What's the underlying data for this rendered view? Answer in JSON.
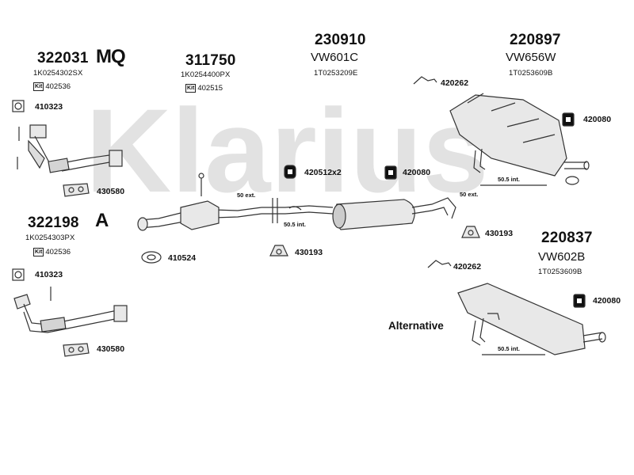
{
  "watermark": {
    "text": "Klarius",
    "color": "#e2e2e2"
  },
  "colors": {
    "line": "#333333",
    "fill": "#e8e8e8",
    "dark": "#111111"
  },
  "groups": [
    {
      "id": "g322031",
      "part": "322031",
      "logo": "MQ",
      "oem": "1K0254302SX",
      "kit": "Kit",
      "kit_code": "402536"
    },
    {
      "id": "g311750",
      "part": "311750",
      "oem": "1K0254400PX",
      "kit": "Kit",
      "kit_code": "402515"
    },
    {
      "id": "g230910",
      "part": "230910",
      "code": "VW601C",
      "oem": "1T0253209E"
    },
    {
      "id": "g220897",
      "part": "220897",
      "code": "VW656W",
      "oem": "1T0253609B"
    },
    {
      "id": "g322198",
      "part": "322198",
      "logo": "A",
      "oem": "1K0254303PX",
      "kit": "Kit",
      "kit_code": "402536"
    },
    {
      "id": "g220837",
      "part": "220837",
      "code": "VW602B",
      "oem": "1T0253609B"
    }
  ],
  "parts": {
    "p410323a": "410323",
    "p430580a": "430580",
    "p410524": "410524",
    "p410323b": "410323",
    "p430580b": "430580",
    "p420512": "420512x2",
    "p420080a": "420080",
    "p420262a": "420262",
    "p420080b": "420080",
    "p430193a": "430193",
    "p430193b": "430193",
    "p420262b": "420262",
    "p420080c": "420080"
  },
  "ext_labels": {
    "e50a": "50 ext.",
    "e505a": "50.5 int.",
    "e505b": "50.5 int.",
    "e50b": "50 ext.",
    "e505c": "50.5 int."
  },
  "alternative": "Alternative"
}
